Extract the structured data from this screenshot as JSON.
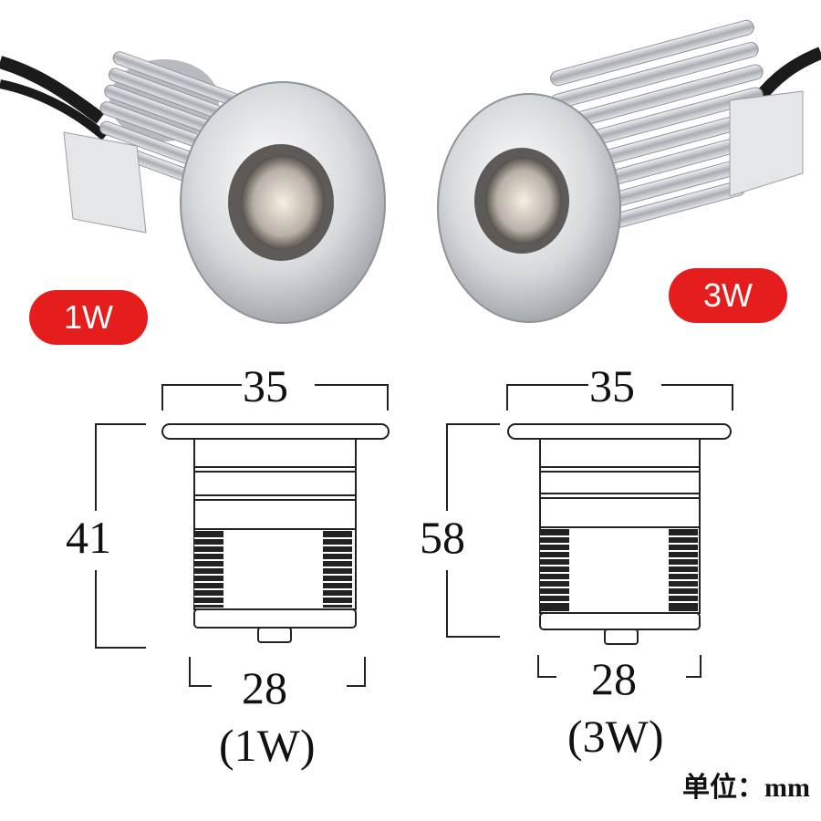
{
  "badges": {
    "left": "1W",
    "right": "3W"
  },
  "left_drawing": {
    "top_width": "35",
    "height": "41",
    "bottom_width": "28",
    "power": "(1W)"
  },
  "right_drawing": {
    "top_width": "35",
    "height": "58",
    "bottom_width": "28",
    "power": "(3W)"
  },
  "unit_label": "单位：mm",
  "colors": {
    "badge": "#e51d1d",
    "metal": "#c8cbcf",
    "line": "#222222"
  }
}
